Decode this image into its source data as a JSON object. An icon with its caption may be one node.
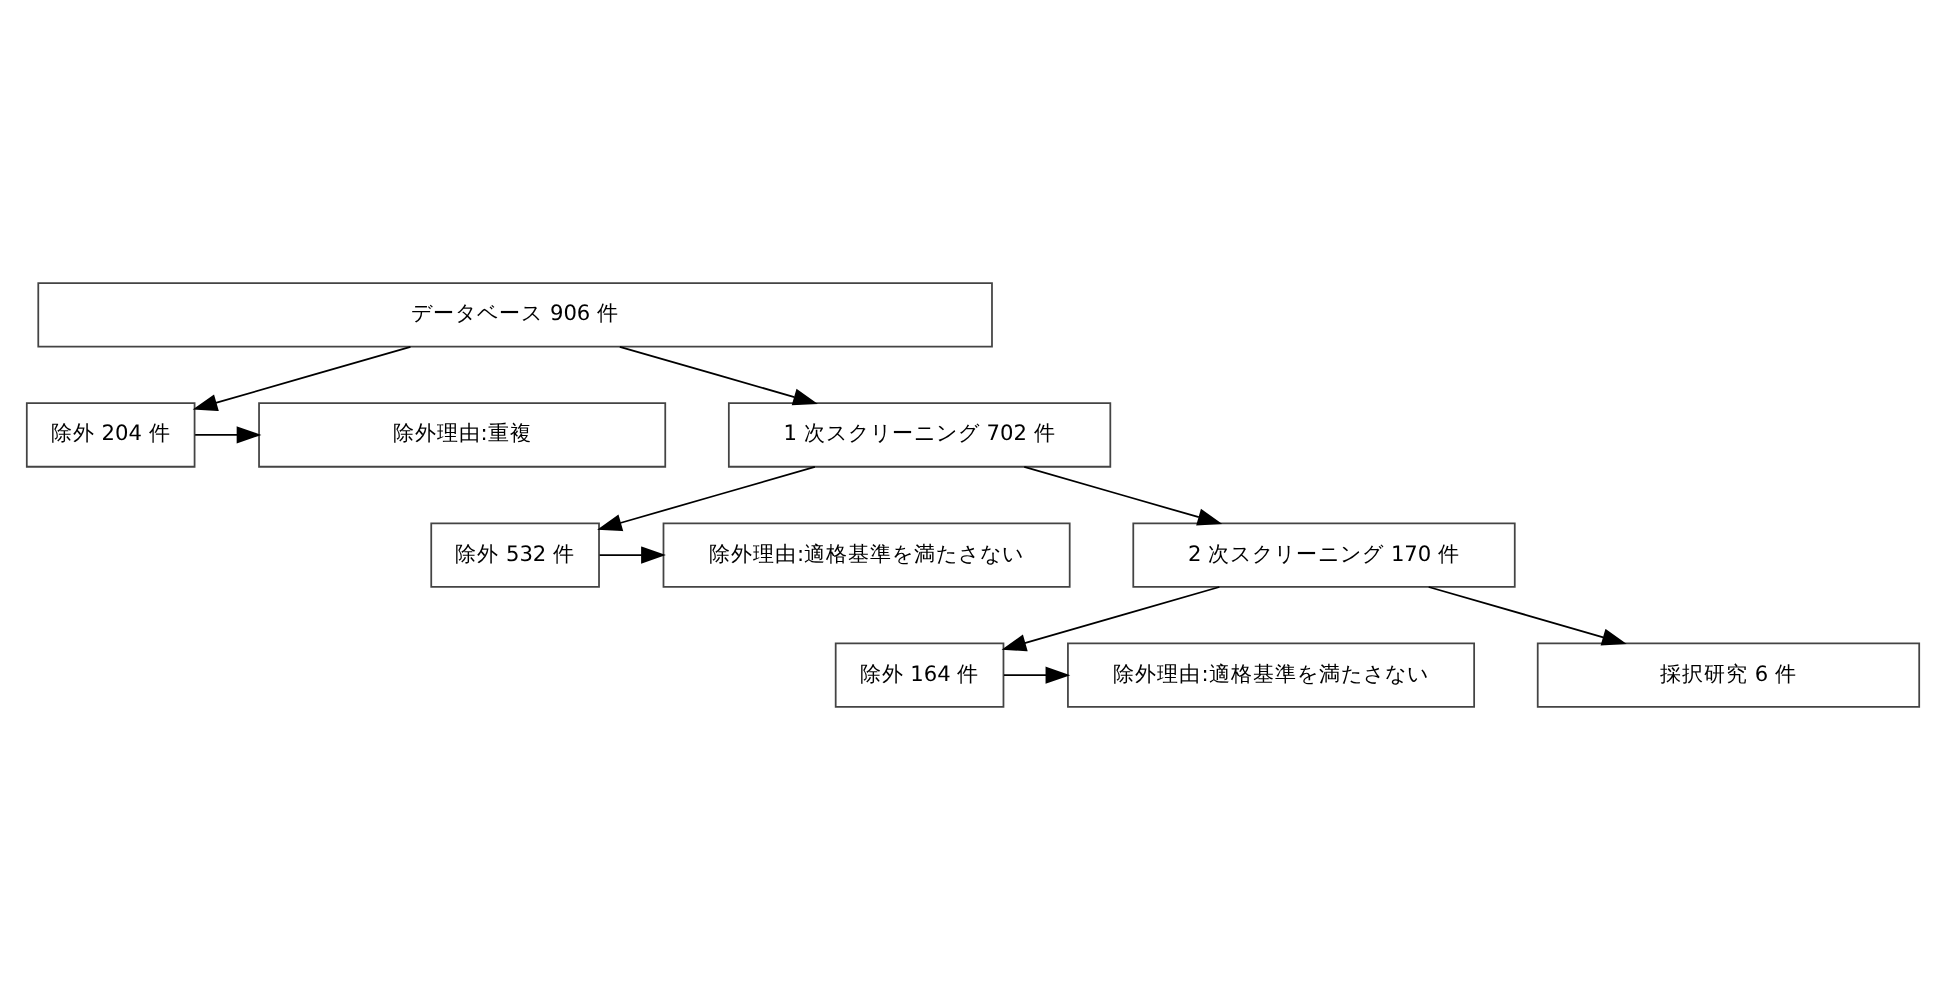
{
  "diagram": {
    "nodes": [
      {
        "text": [
          "データベース 906 件"
        ]
      },
      {
        "text": [
          "除外 204 件"
        ]
      },
      {
        "text": [
          "除外理由:重複"
        ]
      },
      {
        "text": [
          "1 次スクリーニング 702 件"
        ]
      },
      {
        "text": [
          "除外 532 件"
        ]
      },
      {
        "text": [
          "除外理由:適格基準を満たさない"
        ]
      },
      {
        "text": [
          "2 次スクリーニング 170 件"
        ]
      },
      {
        "text": [
          "除外 164 件"
        ]
      },
      {
        "text": [
          "除外理由:適格基準を満たさない"
        ]
      },
      {
        "text": [
          "採択研究 6 件"
        ]
      }
    ],
    "edges": [
      {
        "from": 0,
        "to": 3,
        "arrow": "to"
      },
      {
        "from": 0,
        "to": 1,
        "arrow": "to"
      },
      {
        "from": 1,
        "to": 2,
        "arrow": "to"
      },
      {
        "from": 3,
        "to": 6,
        "arrow": "to"
      },
      {
        "from": 3,
        "to": 4,
        "arrow": "to"
      },
      {
        "from": 4,
        "to": 5,
        "arrow": "to"
      },
      {
        "from": 6,
        "to": 9,
        "arrow": "to"
      },
      {
        "from": 6,
        "to": 7,
        "arrow": "to"
      },
      {
        "from": 7,
        "to": 8,
        "arrow": "to"
      }
    ]
  }
}
